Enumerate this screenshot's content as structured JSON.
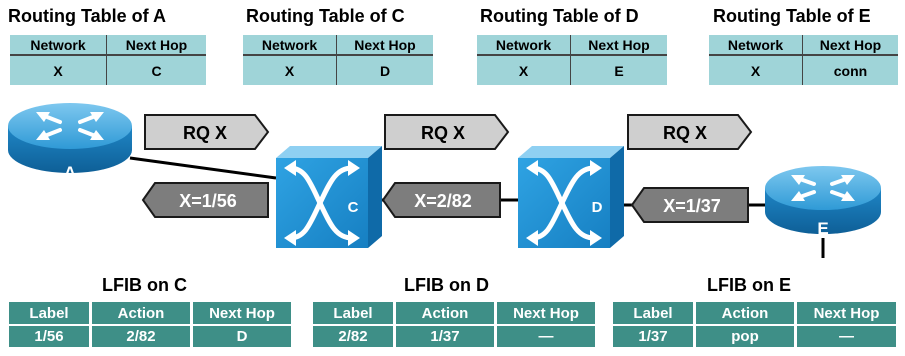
{
  "routing_tables": [
    {
      "title": "Routing Table of A",
      "headers": [
        "Network",
        "Next Hop"
      ],
      "row": [
        "X",
        "C"
      ]
    },
    {
      "title": "Routing Table of C",
      "headers": [
        "Network",
        "Next Hop"
      ],
      "row": [
        "X",
        "D"
      ]
    },
    {
      "title": "Routing Table of D",
      "headers": [
        "Network",
        "Next Hop"
      ],
      "row": [
        "X",
        "E"
      ]
    },
    {
      "title": "Routing Table of E",
      "headers": [
        "Network",
        "Next Hop"
      ],
      "row": [
        "X",
        "conn"
      ]
    }
  ],
  "requests": [
    "RQ X",
    "RQ X",
    "RQ X"
  ],
  "labels": [
    "X=1/56",
    "X=2/82",
    "X=1/37"
  ],
  "devices": {
    "router_a": "A",
    "switch_c": "C",
    "switch_d": "D",
    "router_e": "E"
  },
  "lfibs": [
    {
      "title": "LFIB on C",
      "headers": [
        "Label",
        "Action",
        "Next Hop"
      ],
      "row": [
        "1/56",
        "2/82",
        "D"
      ]
    },
    {
      "title": "LFIB on D",
      "headers": [
        "Label",
        "Action",
        "Next Hop"
      ],
      "row": [
        "2/82",
        "1/37",
        "—"
      ]
    },
    {
      "title": "LFIB on E",
      "headers": [
        "Label",
        "Action",
        "Next Hop"
      ],
      "row": [
        "1/37",
        "pop",
        "—"
      ]
    }
  ],
  "colors": {
    "table_bg": "#9fd4d8",
    "lfib_bg": "#3e8f87",
    "device_blue": "#1f8fd0",
    "rq_fill": "#cfcfcf",
    "label_fill": "#7d7d7d"
  }
}
